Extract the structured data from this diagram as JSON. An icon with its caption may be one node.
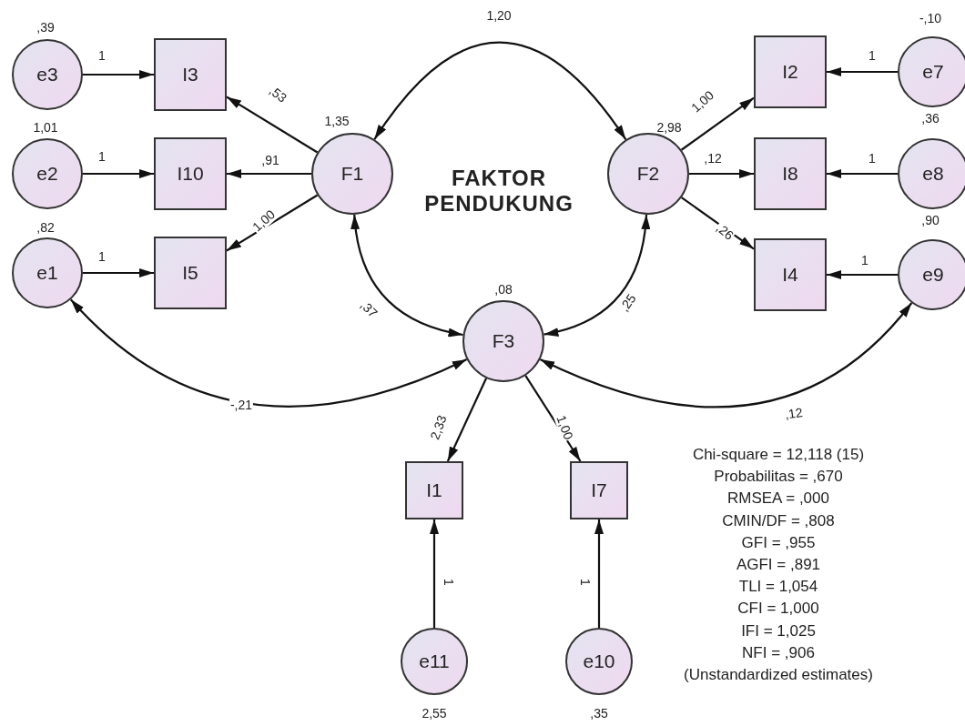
{
  "diagram": {
    "title": "FAKTOR PENDUKUNG",
    "nodes": [
      {
        "text": [
          "e3"
        ],
        "beside": [
          ",39"
        ]
      },
      {
        "text": [
          "I3"
        ]
      },
      {
        "text": [
          "e2"
        ],
        "beside": [
          "1,01"
        ]
      },
      {
        "text": [
          "I10"
        ]
      },
      {
        "text": [
          "e1"
        ],
        "beside": [
          ",82"
        ]
      },
      {
        "text": [
          "I5"
        ]
      },
      {
        "text": [
          "F1"
        ],
        "beside": [
          "1,35"
        ]
      },
      {
        "text": [
          "F2"
        ],
        "beside": [
          "2,98"
        ]
      },
      {
        "text": [
          "I2"
        ]
      },
      {
        "text": [
          "e7"
        ],
        "beside": [
          "-,10"
        ]
      },
      {
        "text": [
          "I8"
        ]
      },
      {
        "text": [
          "e8"
        ],
        "beside": [
          ",36"
        ]
      },
      {
        "text": [
          "I4"
        ]
      },
      {
        "text": [
          "e9"
        ],
        "beside": [
          ",90"
        ]
      },
      {
        "text": [
          "F3"
        ],
        "beside": [
          ",08"
        ]
      },
      {
        "text": [
          "I1"
        ]
      },
      {
        "text": [
          "I7"
        ]
      },
      {
        "text": [
          "e11"
        ],
        "beside": [
          "2,55"
        ]
      },
      {
        "text": [
          "e10"
        ],
        "beside": [
          ",35"
        ]
      }
    ],
    "edges": [
      {
        "from": 0,
        "to": 1,
        "arrow": "to",
        "label": "1"
      },
      {
        "from": 2,
        "to": 3,
        "arrow": "to",
        "label": "1"
      },
      {
        "from": 4,
        "to": 5,
        "arrow": "to",
        "label": "1"
      },
      {
        "from": 6,
        "to": 1,
        "arrow": "to",
        "label": ",53"
      },
      {
        "from": 6,
        "to": 3,
        "arrow": "to",
        "label": ",91"
      },
      {
        "from": 6,
        "to": 5,
        "arrow": "to",
        "label": "1,00"
      },
      {
        "from": 7,
        "to": 8,
        "arrow": "to",
        "label": "1,00"
      },
      {
        "from": 7,
        "to": 10,
        "arrow": "to",
        "label": ",12"
      },
      {
        "from": 7,
        "to": 12,
        "arrow": "to",
        "label": ",26"
      },
      {
        "from": 9,
        "to": 8,
        "arrow": "to",
        "label": "1"
      },
      {
        "from": 11,
        "to": 10,
        "arrow": "to",
        "label": "1"
      },
      {
        "from": 13,
        "to": 12,
        "arrow": "to",
        "label": "1"
      },
      {
        "from": 6,
        "to": 7,
        "arrow": "both",
        "label": "1,20"
      },
      {
        "from": 6,
        "to": 14,
        "arrow": "both",
        "label": ",37"
      },
      {
        "from": 7,
        "to": 14,
        "arrow": "both",
        "label": ",25"
      },
      {
        "from": 4,
        "to": 14,
        "arrow": "both",
        "label": "-,21"
      },
      {
        "from": 13,
        "to": 14,
        "arrow": "both",
        "label": ",12"
      },
      {
        "from": 14,
        "to": 15,
        "arrow": "to",
        "label": "2,33"
      },
      {
        "from": 14,
        "to": 16,
        "arrow": "to",
        "label": "1,00"
      },
      {
        "from": 17,
        "to": 15,
        "arrow": "to",
        "label": "1"
      },
      {
        "from": 18,
        "to": 16,
        "arrow": "to",
        "label": "1"
      }
    ],
    "labels": [
      "Chi-square = 12,118 (15)",
      "Probabilitas = ,670",
      "RMSEA = ,000",
      "CMIN/DF = ,808",
      "GFI = ,955",
      "AGFI = ,891",
      "TLI = 1,054",
      "CFI = 1,000",
      "IFI = 1,025",
      "NFI = ,906",
      "(Unstandardized estimates)"
    ]
  }
}
